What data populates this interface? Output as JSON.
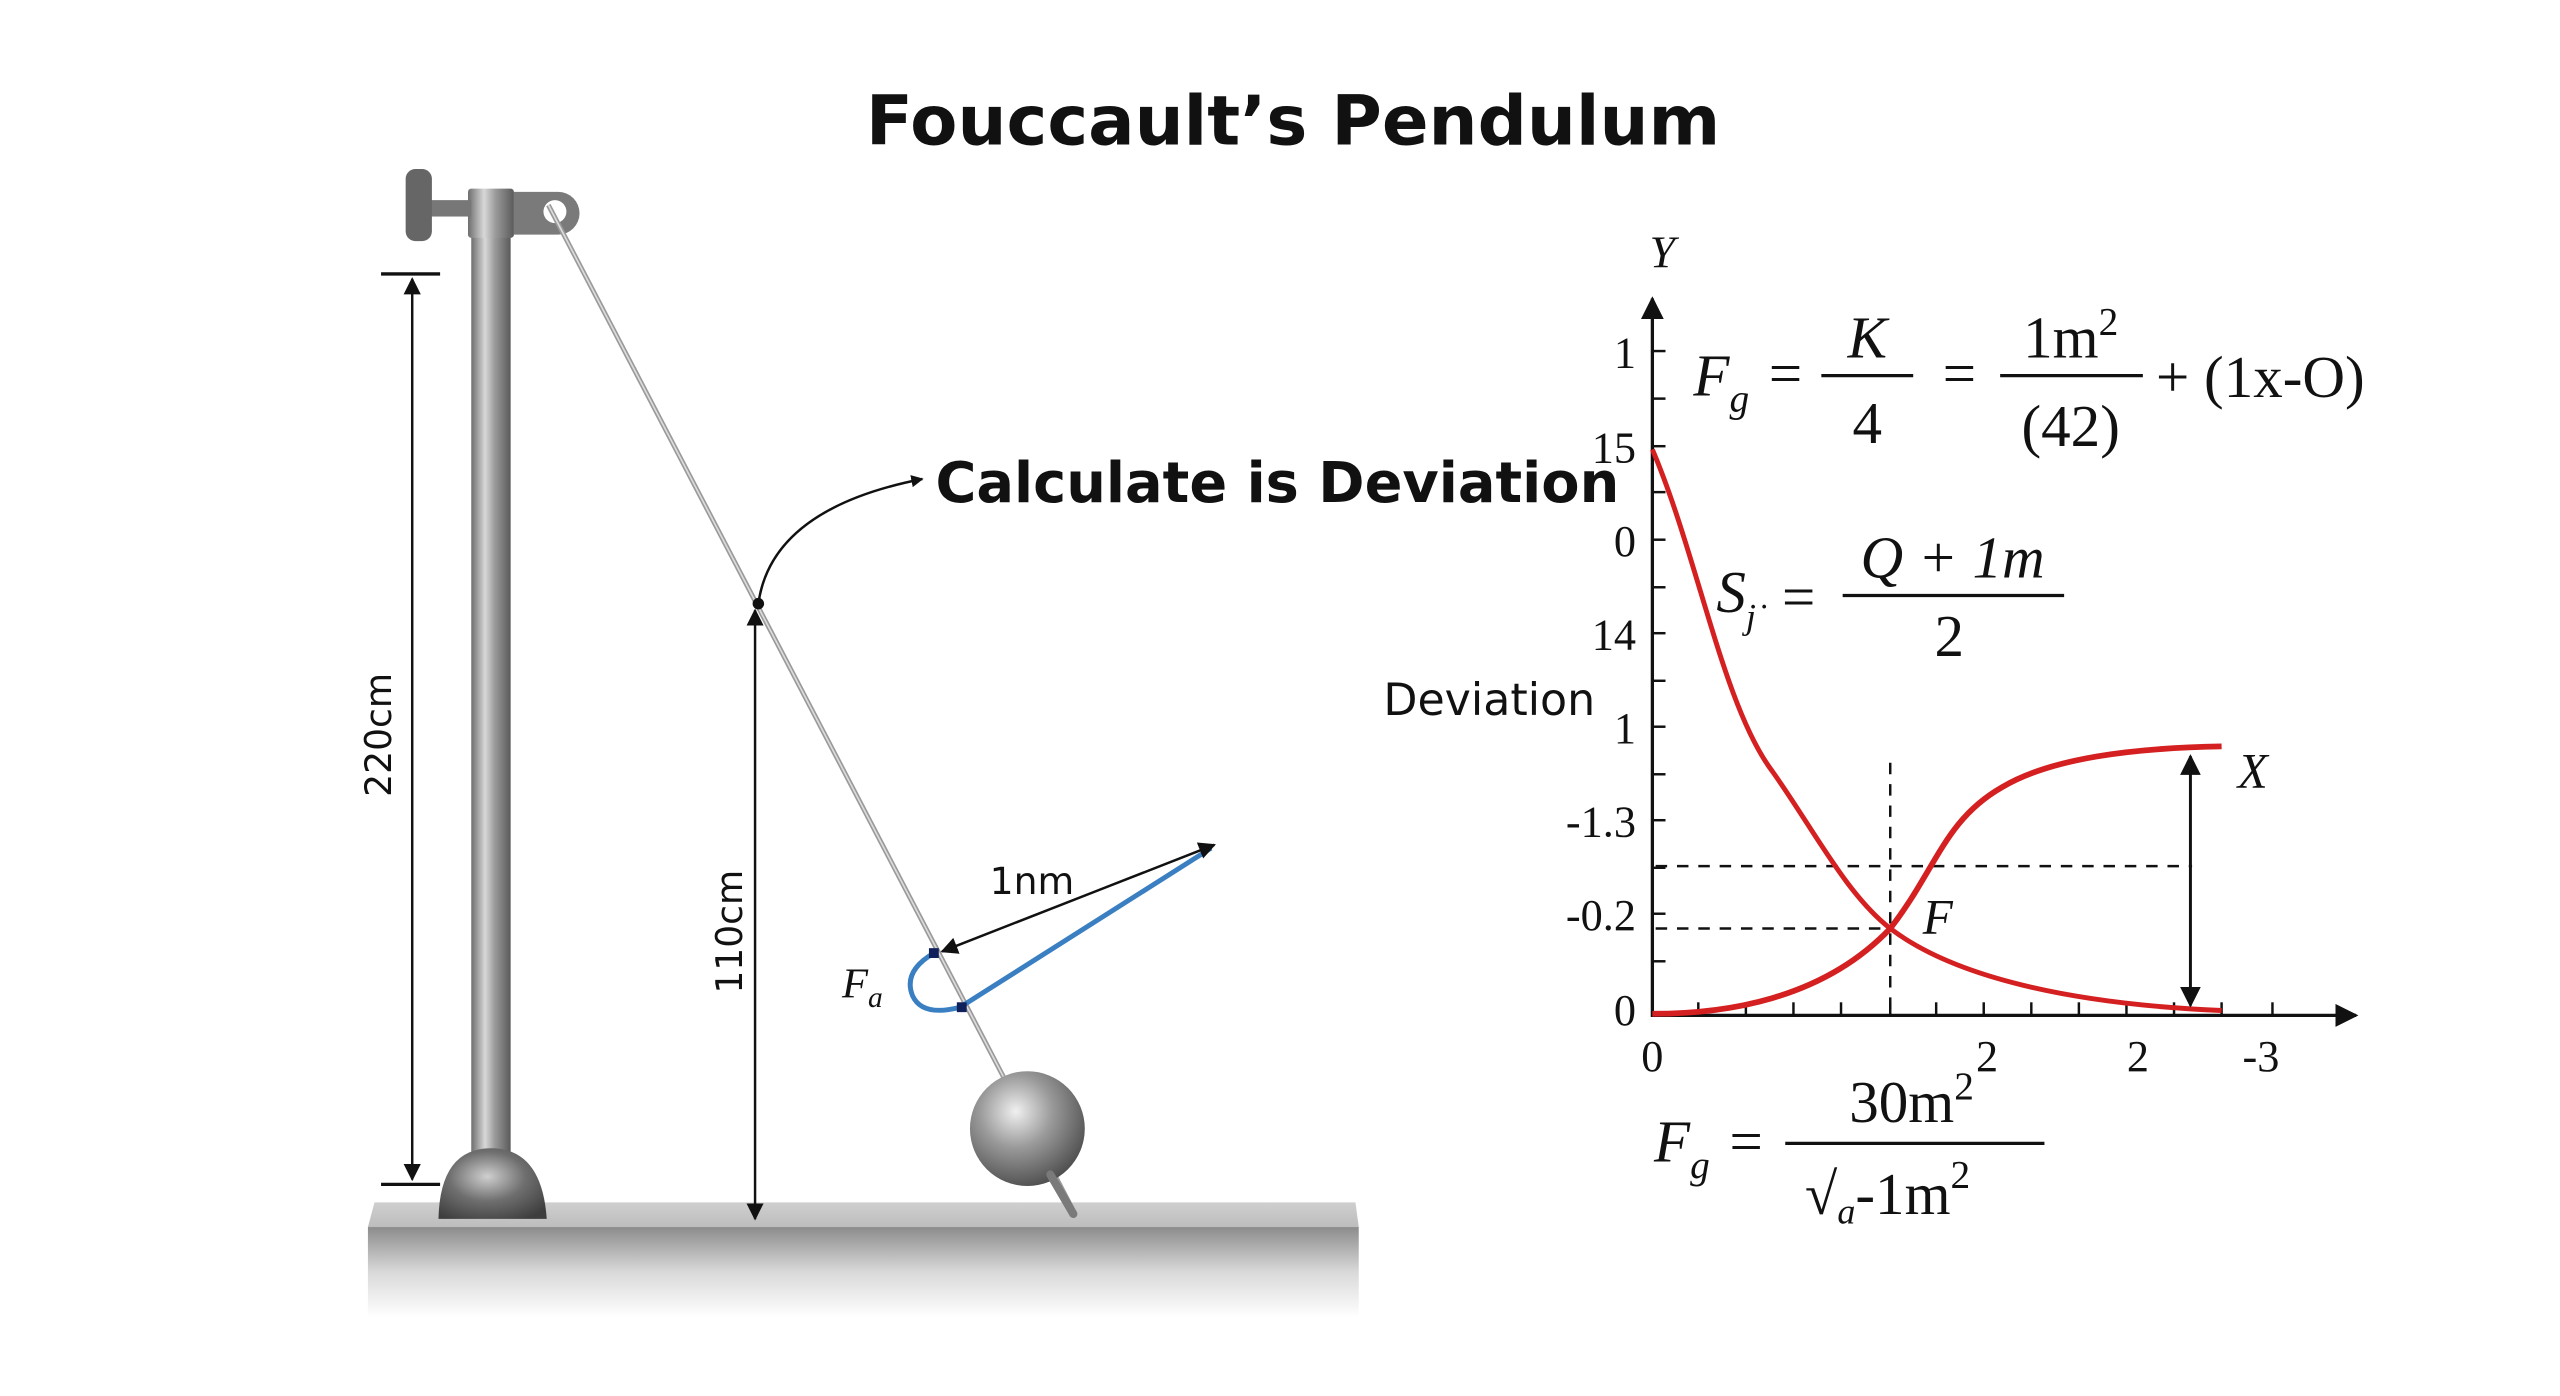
{
  "title": "Fouccault’s Pendulum",
  "pendulum": {
    "callout_label": "Calculate is Deviation",
    "stand_height_label": "220cm",
    "pivot_height_label": "110cm",
    "displacement_label": "1nm",
    "force_label": {
      "base": "F",
      "sub": "a"
    },
    "colors": {
      "metal": "#8a8a8a",
      "loop": "#3a7fc1",
      "arrow": "#111111"
    }
  },
  "equations": {
    "top": {
      "lhs_base": "F",
      "lhs_sub": "g",
      "frac1_num": "K",
      "frac1_den": "4",
      "frac2_num": "1m",
      "frac2_num_sup": "2",
      "frac2_den": "(42)",
      "tail": "+ (1x-O)"
    },
    "middle": {
      "lhs_base": "S",
      "lhs_sub": "j˙",
      "num": "Q + 1m",
      "den": "2"
    },
    "bottom": {
      "lhs_base": "F",
      "lhs_sub": "g",
      "num": "30m",
      "num_sup": "2",
      "den_root": "√",
      "den_root_sub": "a",
      "den_rest": "-1m",
      "den_sup": "2"
    }
  },
  "chart_data": {
    "type": "line",
    "title": "",
    "ylabel": "Deviation",
    "y_axis_name": "Y",
    "xlabel": "",
    "y_tick_labels": [
      "1",
      "15",
      "0",
      "14",
      "1",
      "-1.3",
      "-0.2",
      "0"
    ],
    "x_tick_labels": [
      "0",
      "2",
      "2",
      "-3"
    ],
    "intersection_label": "F",
    "range_label": "X",
    "series": [
      {
        "name": "decreasing curve",
        "color": "#d42020",
        "x": [
          0,
          0.5,
          1.0,
          1.5,
          2.0,
          2.5,
          3.0,
          3.5,
          4.0,
          4.3
        ],
        "y": [
          15,
          10.5,
          4.8,
          1.7,
          0.55,
          0.3,
          0.18,
          0.1,
          0.04,
          0.02
        ]
      },
      {
        "name": "increasing curve",
        "color": "#d42020",
        "x": [
          0,
          0.5,
          1.0,
          1.5,
          2.0,
          2.5,
          3.0,
          3.5,
          4.0,
          4.3
        ],
        "y": [
          0,
          0.02,
          0.1,
          0.45,
          1.2,
          2.4,
          3.2,
          3.6,
          3.8,
          3.85
        ]
      }
    ],
    "grid": false,
    "annotations": [
      "dashed vertical at intersection F",
      "dashed horizontal guides",
      "double arrow X showing range"
    ]
  }
}
